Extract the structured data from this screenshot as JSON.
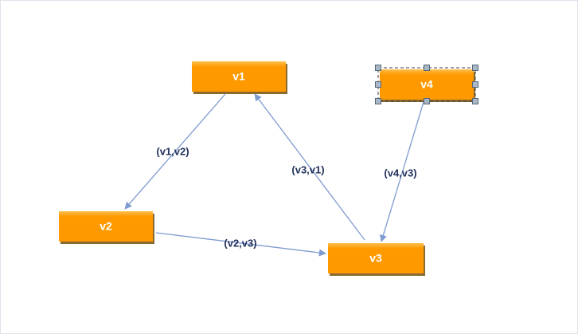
{
  "colors": {
    "node_fill": "#ff9900",
    "node_highlight": "#ffc04d",
    "node_shadow": "#8a6a2e",
    "node_text": "#ffffff",
    "edge": "#7f9bd0",
    "edge_label_text": "#1f2f5a",
    "handle_fill": "#a9b8c7",
    "handle_stroke": "#56677a",
    "selection_dash": "#3c3c3c"
  },
  "graph": {
    "nodes": [
      {
        "id": "v1",
        "label": "v1",
        "selected": false
      },
      {
        "id": "v2",
        "label": "v2",
        "selected": false
      },
      {
        "id": "v3",
        "label": "v3",
        "selected": false
      },
      {
        "id": "v4",
        "label": "v4",
        "selected": true
      }
    ],
    "edges": [
      {
        "id": "e-v1-v2",
        "source": "v1",
        "target": "v2",
        "label": "(v1,v2)"
      },
      {
        "id": "e-v2-v3",
        "source": "v2",
        "target": "v3",
        "label": "(v2,v3)"
      },
      {
        "id": "e-v3-v1",
        "source": "v3",
        "target": "v1",
        "label": "(v3,v1)"
      },
      {
        "id": "e-v4-v3",
        "source": "v4",
        "target": "v3",
        "label": "(v4,v3)"
      }
    ]
  }
}
